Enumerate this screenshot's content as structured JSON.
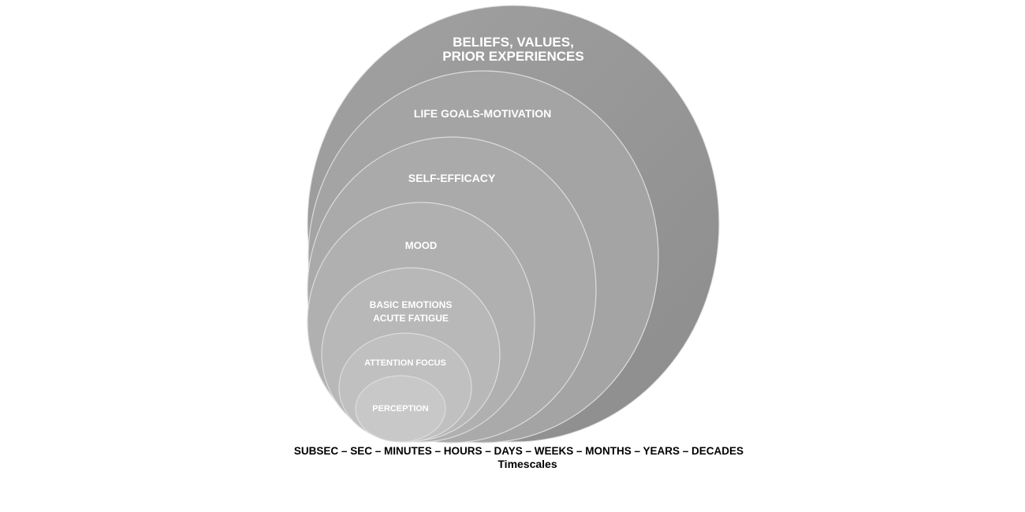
{
  "diagram": {
    "levels": [
      {
        "id": "beliefs",
        "lines": [
          "BELIEFS, VALUES,",
          "PRIOR EXPERIENCES"
        ],
        "color": "#999999"
      },
      {
        "id": "life-goals",
        "lines": [
          "LIFE GOALS-MOTIVATION"
        ],
        "color": "#a4a4a4"
      },
      {
        "id": "self-efficacy",
        "lines": [
          "SELF-EFFICACY"
        ],
        "color": "#aaaaaa"
      },
      {
        "id": "mood",
        "lines": [
          "MOOD"
        ],
        "color": "#b0b0b0"
      },
      {
        "id": "basic-emotions",
        "lines": [
          "BASIC EMOTIONS",
          "ACUTE FATIGUE"
        ],
        "color": "#b8b8b8"
      },
      {
        "id": "attention-focus",
        "lines": [
          "ATTENTION FOCUS"
        ],
        "color": "#c0c0c0"
      },
      {
        "id": "perception",
        "lines": [
          "PERCEPTION"
        ],
        "color": "#c8c8c8"
      }
    ],
    "timescale_axis": "SUBSEC – SEC – MINUTES – HOURS – DAYS – WEEKS – MONTHS – YEARS – DECADES",
    "timescale_title": "Timescales"
  }
}
